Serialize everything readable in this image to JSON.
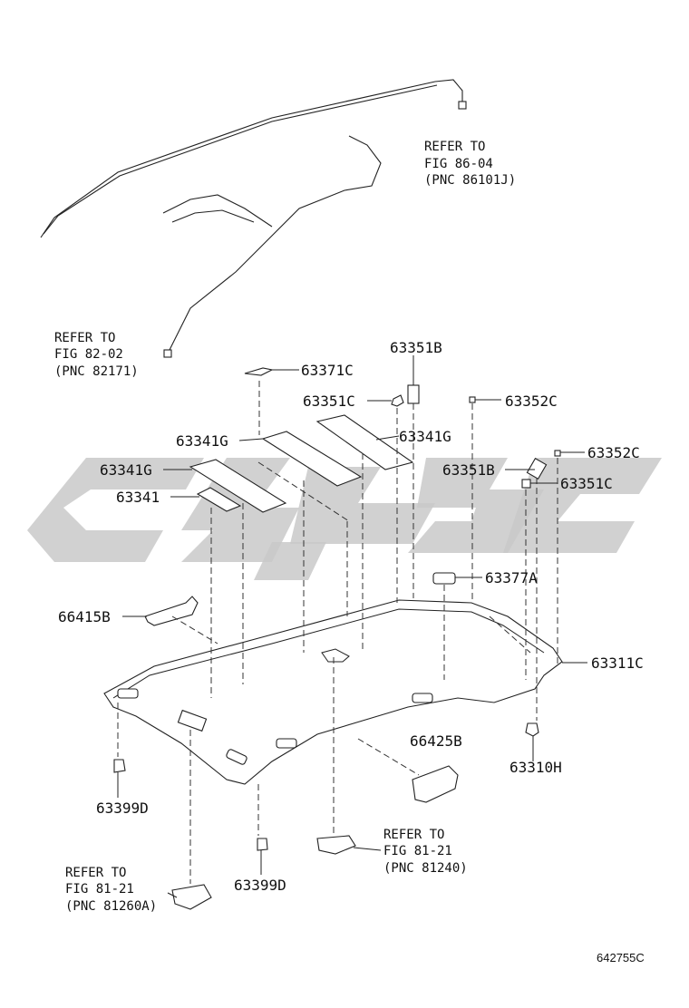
{
  "watermark": {
    "color": "#c9c9c9"
  },
  "diagram_code": "642755C",
  "references": {
    "fig_86_04": {
      "line1": "REFER TO",
      "line2": "FIG 86-04",
      "line3": "(PNC 86101J)"
    },
    "fig_82_02": {
      "line1": "REFER TO",
      "line2": "FIG 82-02",
      "line3": "(PNC 82171)"
    },
    "fig_81_21_a": {
      "line1": "REFER TO",
      "line2": "FIG 81-21",
      "line3": "(PNC 81240)"
    },
    "fig_81_21_b": {
      "line1": "REFER TO",
      "line2": "FIG 81-21",
      "line3": "(PNC 81260A)"
    }
  },
  "parts": {
    "p63351B_top": "63351B",
    "p63371C": "63371C",
    "p63351C_top": "63351C",
    "p63352C_top": "63352C",
    "p63341G_left": "63341G",
    "p63341G_right": "63341G",
    "p63341G_lower": "63341G",
    "p63341": "63341",
    "p63352C_right": "63352C",
    "p63351B_right": "63351B",
    "p63351C_right": "63351C",
    "p63377A": "63377A",
    "p66415B": "66415B",
    "p63311C": "63311C",
    "p66425B": "66425B",
    "p63310H": "63310H",
    "p63399D_left": "63399D",
    "p63399D_bottom": "63399D"
  }
}
